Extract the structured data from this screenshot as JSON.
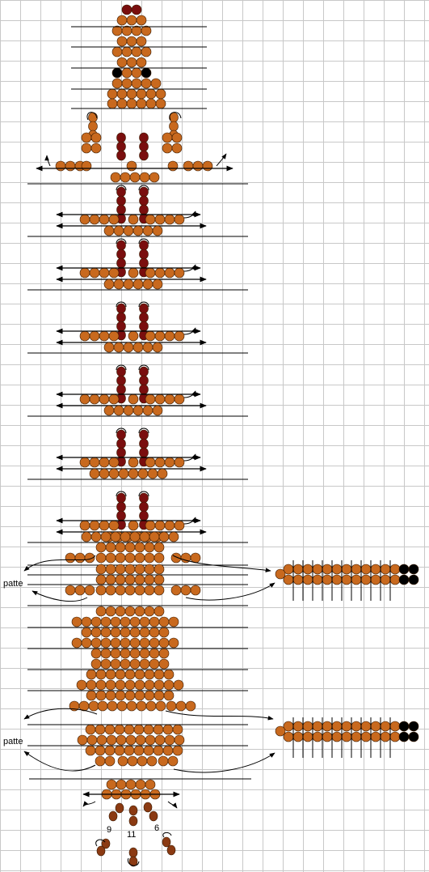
{
  "labels": {
    "patte_top": "patte",
    "patte_bottom": "patte",
    "num_9": "9",
    "num_11": "11",
    "num_6": "6"
  },
  "colors": {
    "bead": "#C8691E",
    "bead_dark": "#7A0E0E",
    "bead_black": "#000000",
    "bead_tail": "#8B3A12",
    "grid": "#C8C8C8"
  }
}
